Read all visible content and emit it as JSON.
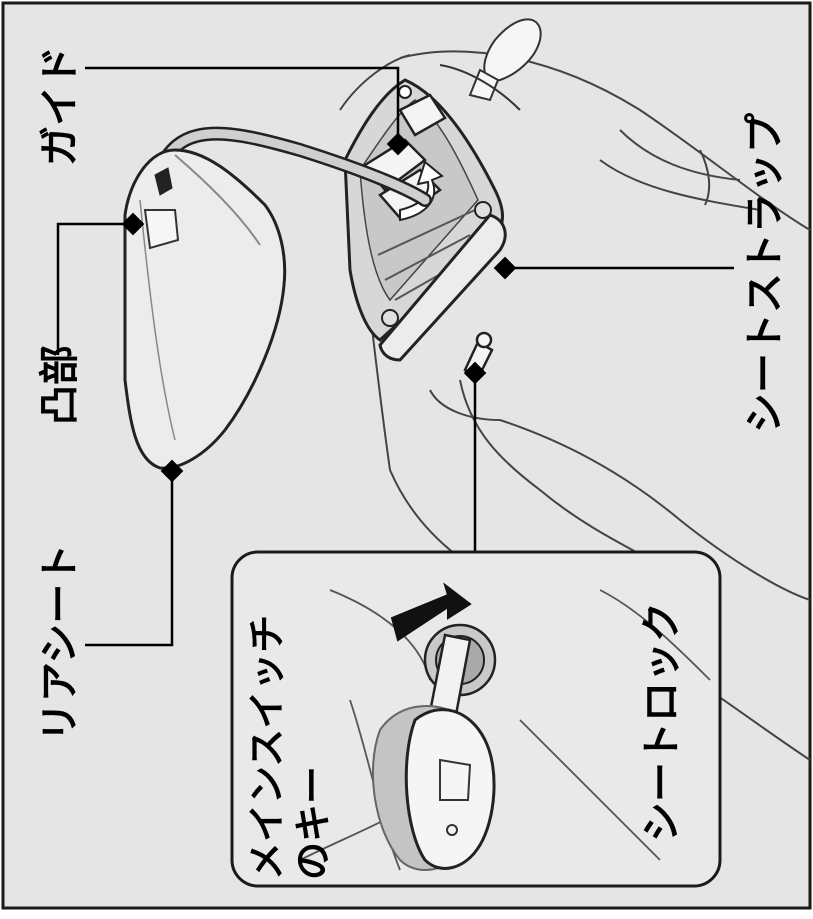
{
  "labels": {
    "guide": "ガイド",
    "protrusion": "凸部",
    "rear_seat": "リアシート",
    "seat_strap": "シートストラップ",
    "main_switch_key_line1": "メインスイッチ",
    "main_switch_key_line2": "のキー",
    "seat_lock": "シートロック"
  },
  "colors": {
    "background": "#e5e5e5",
    "frame": "#1a1a1a",
    "line": "#000000",
    "outline": "#333333",
    "inset_fill": "#e9e9e9"
  }
}
